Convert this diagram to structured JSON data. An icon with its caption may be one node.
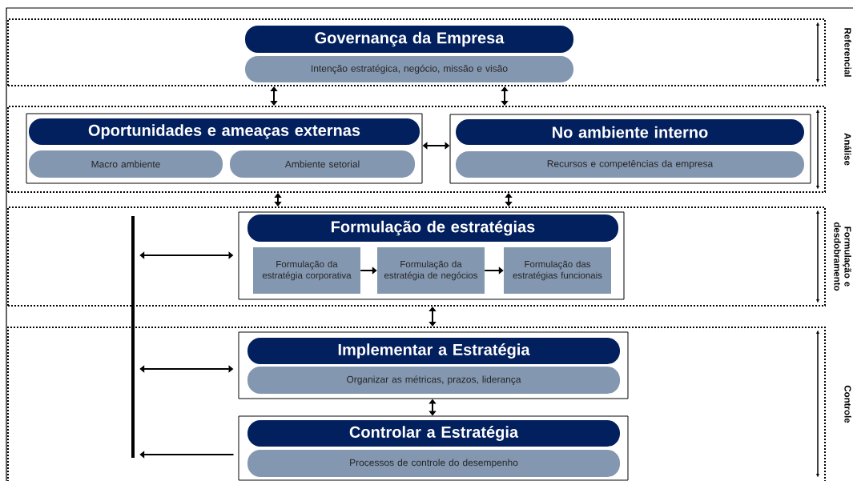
{
  "diagram": {
    "nodes": [
      {
        "text": [
          "Referencial"
        ]
      },
      {
        "text": [
          "Governança da Empresa"
        ],
        "in": 0
      },
      {
        "text": [
          "Intenção estratégica, negócio, missão e visão"
        ],
        "in": 0
      },
      {
        "text": [
          "Análise"
        ]
      },
      {
        "text": [],
        "shape": "box",
        "in": 3
      },
      {
        "text": [
          "Oportunidades e ameaças externas"
        ],
        "in": 4
      },
      {
        "text": [
          "Macro ambiente"
        ],
        "in": 4
      },
      {
        "text": [
          "Ambiente setorial"
        ],
        "in": 4
      },
      {
        "text": [],
        "shape": "box",
        "in": 3
      },
      {
        "text": [
          "No ambiente interno"
        ],
        "in": 8
      },
      {
        "text": [
          "Recursos e competências da empresa"
        ],
        "in": 8
      },
      {
        "text": [
          "Formulação e desdobramento"
        ]
      },
      {
        "text": [],
        "shape": "box",
        "in": 11
      },
      {
        "text": [
          "Formulação de estratégias"
        ],
        "in": 12
      },
      {
        "text": [
          "Formulação da estratégia corporativa"
        ],
        "in": 12
      },
      {
        "text": [
          "Formulação da estratégia de negócios"
        ],
        "in": 12
      },
      {
        "text": [
          "Formulação das estratégias funcionais"
        ],
        "in": 12
      },
      {
        "text": [
          "Controle"
        ]
      },
      {
        "text": [],
        "shape": "box",
        "in": 17
      },
      {
        "text": [
          "Implementar a Estratégia"
        ],
        "in": 18
      },
      {
        "text": [
          "Organizar as métricas, prazos, liderança"
        ],
        "in": 18
      },
      {
        "text": [],
        "shape": "box",
        "in": 17
      },
      {
        "text": [
          "Controlar a Estratégia"
        ],
        "in": 21
      },
      {
        "text": [
          "Processos de controle do desempenho"
        ],
        "in": 21
      },
      {
        "text": [],
        "shape": "bar"
      }
    ],
    "edges": [
      {
        "from": 0,
        "to": 3,
        "arrow": "both"
      },
      {
        "from": 0,
        "to": 3,
        "arrow": "both"
      },
      {
        "from": 4,
        "to": 8,
        "arrow": "both"
      },
      {
        "from": 3,
        "to": 11,
        "arrow": "both"
      },
      {
        "from": 3,
        "to": 11,
        "arrow": "both"
      },
      {
        "from": 11,
        "to": 17,
        "arrow": "both"
      },
      {
        "from": 18,
        "to": 21,
        "arrow": "both"
      },
      {
        "from": 14,
        "to": 15,
        "arrow": "to"
      },
      {
        "from": 15,
        "to": 16,
        "arrow": "to"
      },
      {
        "from": 24,
        "to": 12,
        "arrow": "both"
      },
      {
        "from": 24,
        "to": 18,
        "arrow": "both"
      },
      {
        "from": 21,
        "to": 24,
        "arrow": "to"
      }
    ]
  }
}
